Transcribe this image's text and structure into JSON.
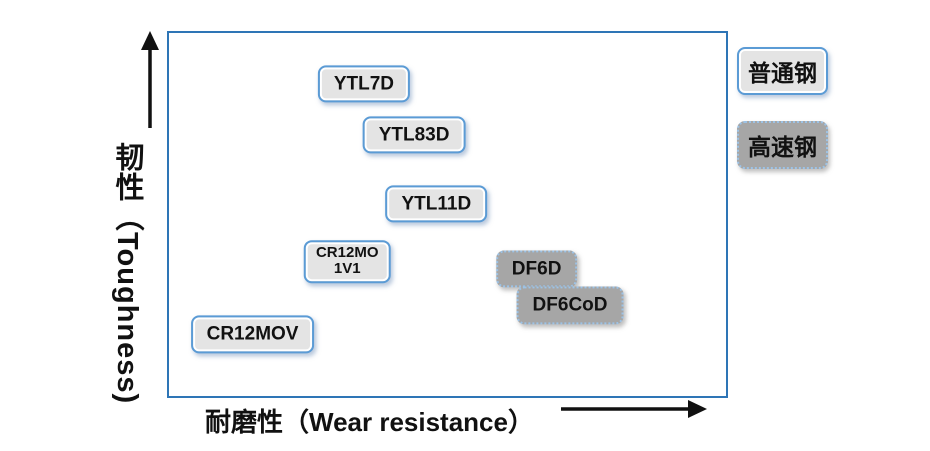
{
  "chart_data": {
    "type": "scatter",
    "title": "",
    "xlabel": "耐磨性（Wear resistance）",
    "ylabel": "韧性（Toughness)",
    "xlim": [
      0,
      100
    ],
    "ylim": [
      0,
      100
    ],
    "grid": false,
    "legend_position": "outside-right-top",
    "legend": [
      {
        "label": "普通钢",
        "category_key": "ordinary"
      },
      {
        "label": "高速钢",
        "category_key": "high_speed"
      }
    ],
    "points": [
      {
        "label": "YTL7D",
        "category_key": "ordinary",
        "wear_resistance": 35,
        "toughness": 86
      },
      {
        "label": "YTL83D",
        "category_key": "ordinary",
        "wear_resistance": 44,
        "toughness": 72
      },
      {
        "label": "YTL11D",
        "category_key": "ordinary",
        "wear_resistance": 48,
        "toughness": 53
      },
      {
        "label": "CR12MO\n1V1",
        "category_key": "ordinary",
        "wear_resistance": 32,
        "toughness": 37
      },
      {
        "label": "CR12MOV",
        "category_key": "ordinary",
        "wear_resistance": 15,
        "toughness": 17
      },
      {
        "label": "DF6D",
        "category_key": "high_speed",
        "wear_resistance": 66,
        "toughness": 35
      },
      {
        "label": "DF6CoD",
        "category_key": "high_speed",
        "wear_resistance": 72,
        "toughness": 25
      }
    ],
    "colors": {
      "plot_border": "#2e75b6",
      "ordinary_fill": "#e4e4e4",
      "ordinary_border": "#5b9bd5",
      "high_speed_fill": "#a6a6a6",
      "high_speed_border": "#9dc3e6",
      "arrow": "#111111",
      "text": "#111111"
    }
  }
}
